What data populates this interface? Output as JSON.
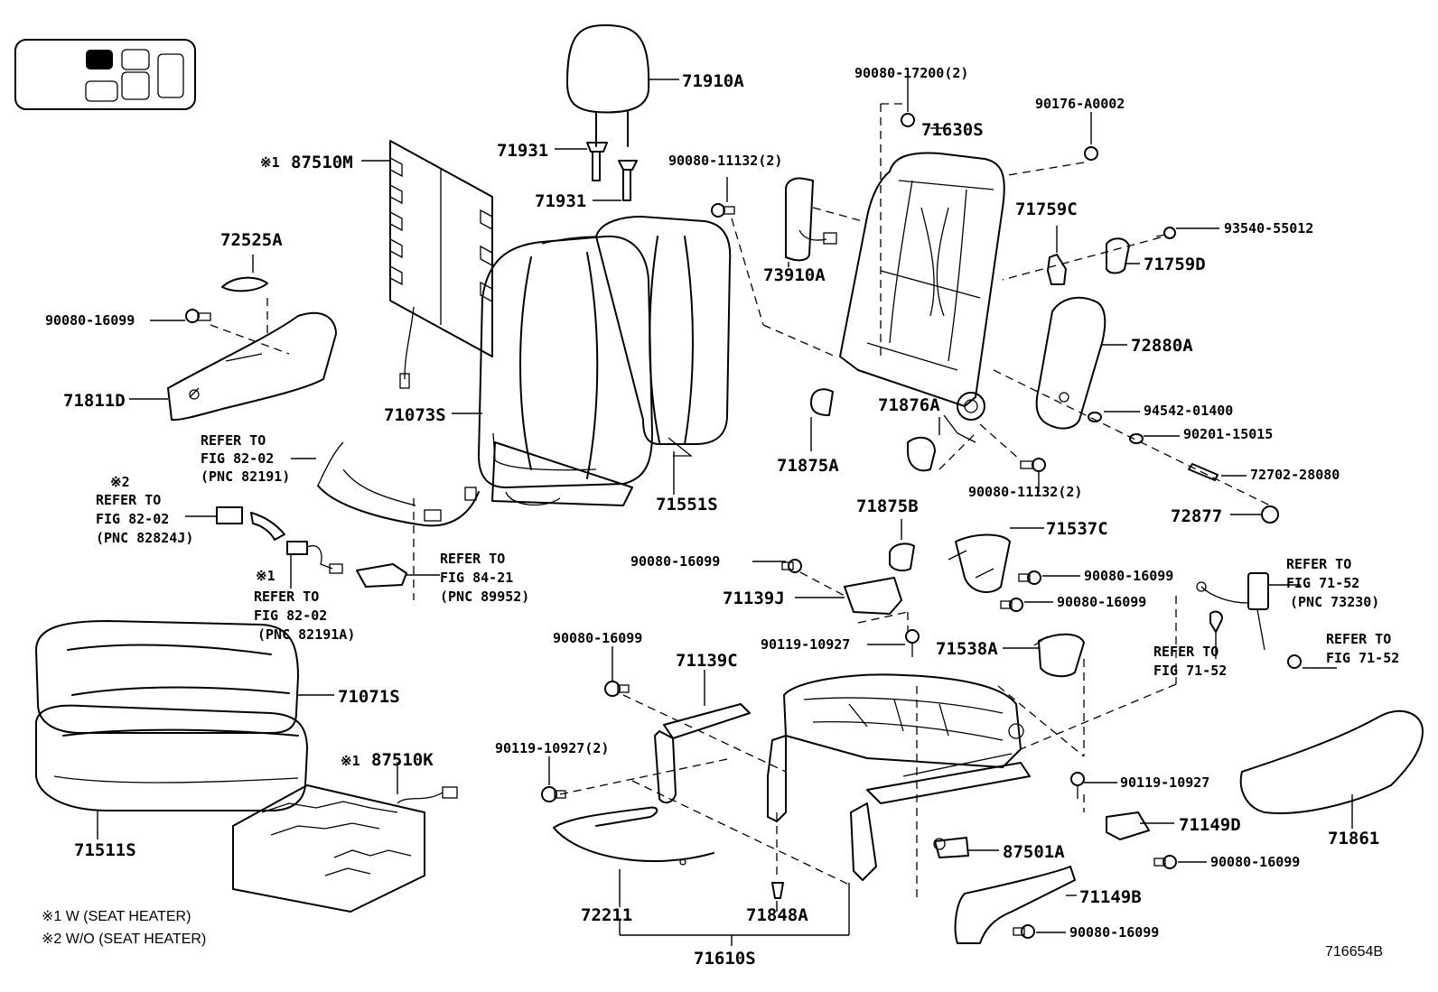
{
  "parts": {
    "p71910A": "71910A",
    "p71931a": "71931",
    "p71931b": "71931",
    "p87510M": "87510M",
    "p72525A": "72525A",
    "p90080_16099_a": "90080-16099",
    "p71811D": "71811D",
    "p71073S": "71073S",
    "p90080_17200": "90080-17200(2)",
    "p71630S": "71630S",
    "p90176": "90176-A0002",
    "p90080_11132_a": "90080-11132(2)",
    "p73910A": "73910A",
    "p71759C": "71759C",
    "p93540": "93540-55012",
    "p71759D": "71759D",
    "p72880A": "72880A",
    "p94542": "94542-01400",
    "p90201": "90201-15015",
    "p72702": "72702-28080",
    "p72877": "72877",
    "p71876A": "71876A",
    "p71875A": "71875A",
    "p90080_11132_b": "90080-11132(2)",
    "p71551S": "71551S",
    "p71875B": "71875B",
    "p71537C": "71537C",
    "p90080_16099_b": "90080-16099",
    "p90080_16099_c": "90080-16099",
    "p71139J": "71139J",
    "p90080_16099_d": "90080-16099",
    "p90119_10927_a": "90119-10927",
    "p71538A": "71538A",
    "p90080_16099_e": "90080-16099",
    "p71139C": "71139C",
    "p71071S": "71071S",
    "p87510K": "87510K",
    "p90119_10927_b": "90119-10927(2)",
    "p90119_10927_c": "90119-10927",
    "p71149D": "71149D",
    "p90080_16099_f": "90080-16099",
    "p87501A": "87501A",
    "p71861": "71861",
    "p71511S": "71511S",
    "p72211": "72211",
    "p71848A": "71848A",
    "p71149B": "71149B",
    "p90080_16099_g": "90080-16099",
    "p71610S": "71610S"
  },
  "marks": {
    "m1a": "※1",
    "m2": "※2",
    "m1b": "※1",
    "m1c": "※1"
  },
  "refs": {
    "r1": [
      "REFER TO",
      "FIG 82-02",
      "(PNC 82191)"
    ],
    "r2": [
      "REFER TO",
      "FIG 82-02",
      "(PNC 82824J)"
    ],
    "r3": [
      "REFER TO",
      "FIG 82-02",
      "(PNC 82191A)"
    ],
    "r4": [
      "REFER TO",
      "FIG 84-21",
      "(PNC 89952)"
    ],
    "r5": [
      "REFER TO",
      "FIG 71-52",
      "(PNC 73230)"
    ],
    "r6": [
      "REFER TO",
      "FIG 71-52"
    ],
    "r7": [
      "REFER TO",
      "FIG 71-52"
    ]
  },
  "notes": {
    "n1": "※1  W (SEAT HEATER)",
    "n2": "※2  W/O (SEAT HEATER)"
  },
  "figure_id": "716654B"
}
